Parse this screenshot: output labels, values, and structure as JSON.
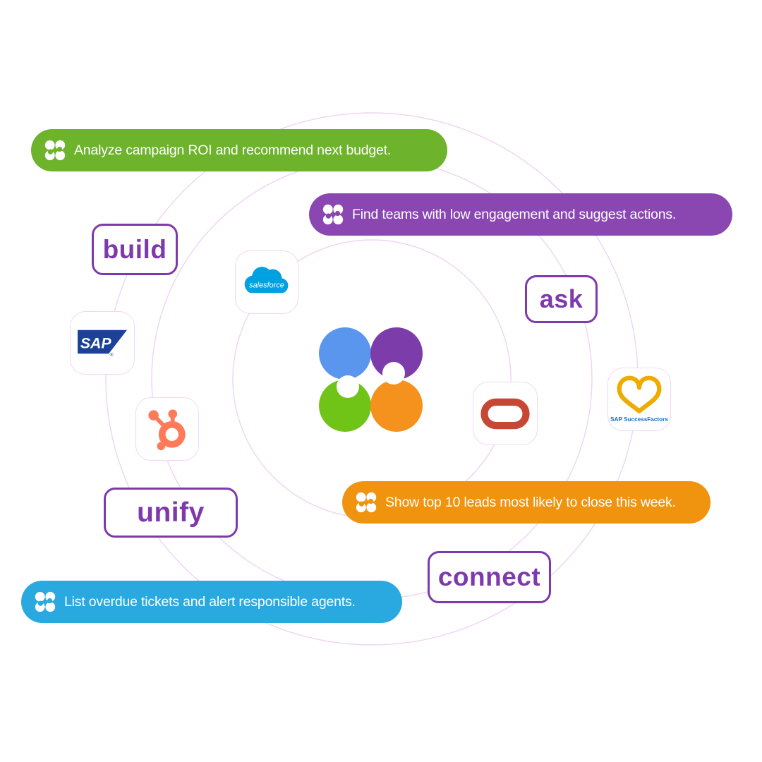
{
  "diagram": {
    "ring_color": "#eed4f3",
    "center_logo": {
      "name": "four-dots-logo",
      "colors": {
        "blue": "#5b96ee",
        "purple": "#7c3caa",
        "green": "#70c417",
        "orange": "#f5921e"
      }
    },
    "prompts": [
      {
        "label": "Analyze campaign ROI and recommend next budget.",
        "color": "#6db32c"
      },
      {
        "label": "Find teams with low engagement and suggest actions.",
        "color": "#8a47b2"
      },
      {
        "label": "Show top 10 leads most likely to close this week.",
        "color": "#f0930e"
      },
      {
        "label": "List overdue tickets and alert responsible agents.",
        "color": "#29a9e0"
      }
    ],
    "keywords": [
      {
        "label": "build"
      },
      {
        "label": "ask"
      },
      {
        "label": "unify"
      },
      {
        "label": "connect"
      }
    ],
    "keyword_color": "#7e3aad",
    "integrations": [
      {
        "name": "Salesforce",
        "wordmark": "salesforce",
        "color": "#00a1e0"
      },
      {
        "name": "SAP",
        "wordmark": "SAP",
        "registered": "®",
        "color": "#1b4296"
      },
      {
        "name": "HubSpot",
        "color": "#ff7a59"
      },
      {
        "name": "Oracle",
        "color": "#c74634"
      },
      {
        "name": "SAP SuccessFactors",
        "caption": "SAP SuccessFactors",
        "color": "#f0ab00",
        "caption_color": "#176fc1"
      }
    ]
  }
}
